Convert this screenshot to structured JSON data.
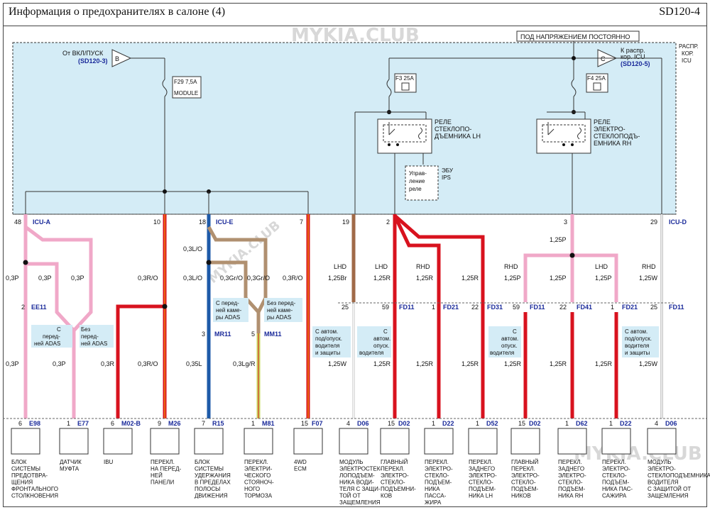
{
  "header": {
    "title": "Информация о предохранителях в салоне (4)",
    "code": "SD120-4"
  },
  "watermark": {
    "text": "MYKIA.CLUB"
  },
  "top_labels": {
    "always_on": "ПОД НАПРЯЖЕНИЕМ ПОСТОЯННО",
    "box_line1": "РАСПР.",
    "box_line2": "КОР.",
    "box_line3": "ICU",
    "from_ign_line1": "От ВКЛ/ПУСК",
    "from_ign_ref": "(SD120-3)",
    "conn_b": "B",
    "to_icu_line1": "К распр.",
    "to_icu_line2": "кор. ICU",
    "to_icu_ref": "(SD120-5)",
    "conn_c": "C",
    "fuse_f29": "F29 7,5A",
    "fuse_f29_sub": "MODULE",
    "fuse_f3": "F3 25A",
    "fuse_f4": "F4 25A",
    "relay_lh_1": "РЕЛЕ",
    "relay_lh_2": "СТЕКЛОПО-",
    "relay_lh_3": "ДЪЕМНИКА LH",
    "relay_rh_1": "РЕЛЕ",
    "relay_rh_2": "ЭЛЕКТРО-",
    "relay_rh_3": "СТЕКЛОПОДЪ-",
    "relay_rh_4": "ЕМНИКА RH",
    "ips_ctrl_1": "Управ-",
    "ips_ctrl_2": "ление",
    "ips_ctrl_3": "реле",
    "ips_1": "ЭБУ",
    "ips_2": "IPS"
  },
  "connectors": {
    "icu_a": "ICU-A",
    "icu_e": "ICU-E",
    "icu_d": "ICU-D"
  },
  "pins_top": [
    "48",
    "10",
    "18",
    "7",
    "19",
    "2",
    "3",
    "29"
  ],
  "wires": {
    "w48_top": "0,3P",
    "w48_left": "0,3P",
    "w48_mid": "0,3P",
    "w48_right": "0,3P",
    "w10": "0,3R/O",
    "w10_ibu": "0,3R",
    "w10_m26": "0,3R/O",
    "w18_1": "0,3L/O",
    "w18_2": "0,3L/O",
    "w18_3": "0,3Gr/O",
    "w18_4": "0,3Gr/O",
    "w7": "0,3R/O",
    "w19": "1,25Br",
    "w19_lhd": "LHD",
    "w2_lhd": "LHD",
    "w2_rhd": "RHD",
    "w2_a": "1,25R",
    "w2_b": "1,25R",
    "w2_c": "1,25R",
    "w3": "1,25P",
    "w3_rhd": "RHD",
    "w3_lhd": "LHD",
    "w3_a": "1,25P",
    "w3_b": "1,25P",
    "w3_c": "1,25P",
    "w29_rhd": "RHD",
    "w29": "1,25W",
    "b_ee11_pin": "2",
    "b_ee11": "EE11",
    "b_p3": "0,3P",
    "b_mr11_pin": "3",
    "b_mr11": "MR11",
    "b_mr11_wire": "0,35L",
    "b_mm11_pin": "5",
    "b_mm11": "MM11",
    "b_mm11_wire": "0,3Lg/R",
    "b_ibu_wire": "0,3R",
    "b_m26_wire": "0,3R/O",
    "fd_25a": "25",
    "fd_fd11a": "FD11",
    "fd_25a_wire": "1,25W",
    "fd_59a": "59",
    "fd_fd11b": "FD11",
    "fd_59a_wire": "1,25R",
    "fd_1a": "1",
    "fd_fd21a": "FD21",
    "fd_1a_wire": "1,25R",
    "fd_22a": "22",
    "fd_fd31": "FD31",
    "fd_22a_wire": "1,25R",
    "fd_59b": "59",
    "fd_fd11c": "FD11",
    "fd_59b_wire": "1,25R",
    "fd_22b": "22",
    "fd_fd41": "FD41",
    "fd_22b_wire": "1,25R",
    "fd_1b": "1",
    "fd_fd21b": "FD21",
    "fd_1b_wire": "1,25R",
    "fd_25b": "25",
    "fd_fd11d": "FD11",
    "fd_25b_wire": "1,25W"
  },
  "notes": {
    "with_adas": [
      "С",
      "перед-",
      "ней ADAS"
    ],
    "without_adas": [
      "Без",
      "перед-",
      "ней ADAS"
    ],
    "with_cam": [
      "С перед-",
      "ней каме-",
      "ры ADAS"
    ],
    "without_cam": [
      "Без перед-",
      "ней каме-",
      "ры ADAS"
    ],
    "auto_full_1": [
      "С автом.",
      "под/опуск.",
      "водителя",
      "и защиты"
    ],
    "auto_drv": [
      "С",
      "автом.",
      "опуск.",
      "водителя"
    ],
    "auto_drv_2": [
      "С",
      "автом.",
      "опуск.",
      "водителя"
    ],
    "auto_full_2": [
      "С автом.",
      "под/опуск.",
      "водителя",
      "и защиты"
    ]
  },
  "bottom": [
    {
      "pin": "6",
      "conn": "E98",
      "label": [
        "БЛОК",
        "СИСТЕМЫ",
        "ПРЕДОТВРА-",
        "ЩЕНИЯ",
        "ФРОНТАЛЬНОГО",
        "СТОЛКНОВЕНИЯ"
      ]
    },
    {
      "pin": "1",
      "conn": "E77",
      "label": [
        "ДАТЧИК",
        "МУФТА"
      ]
    },
    {
      "pin": "6",
      "conn": "M02-B",
      "label": [
        "IBU"
      ]
    },
    {
      "pin": "9",
      "conn": "M26",
      "label": [
        "ПЕРЕКЛ.",
        "НА ПЕРЕД-",
        "НЕЙ",
        "ПАНЕЛИ"
      ]
    },
    {
      "pin": "7",
      "conn": "R15",
      "label": [
        "БЛОК",
        "СИСТЕМЫ",
        "УДЕРЖАНИЯ",
        "В ПРЕДЕЛАХ",
        "ПОЛОСЫ",
        "ДВИЖЕНИЯ"
      ]
    },
    {
      "pin": "1",
      "conn": "M81",
      "label": [
        "ПЕРЕКЛ.",
        "ЭЛЕКТРИ-",
        "ЧЕСКОГО",
        "СТОЯНОЧ-",
        "НОГО",
        "ТОРМОЗА"
      ]
    },
    {
      "pin": "15",
      "conn": "F07",
      "label": [
        "4WD",
        "ECM"
      ]
    },
    {
      "pin": "4",
      "conn": "D06",
      "label": [
        "МОДУЛЬ",
        "ЭЛЕКТРОСТЕК-",
        "ЛОПОДЪЕМ-",
        "НИКА ВОДИ-",
        "ТЕЛЯ С ЗАЩИ-",
        "ТОЙ ОТ",
        "ЗАЩЕМЛЕНИЯ"
      ]
    },
    {
      "pin": "15",
      "conn": "D02",
      "label": [
        "ГЛАВНЫЙ",
        "ПЕРЕКЛ.",
        "ЭЛЕКТРО-",
        "СТЕКЛО-",
        "ПОДЪЕМНИ-",
        "КОВ"
      ]
    },
    {
      "pin": "1",
      "conn": "D22",
      "label": [
        "ПЕРЕКЛ.",
        "ЭЛЕКТРО-",
        "СТЕКЛО-",
        "ПОДЪЕМ-",
        "НИКА",
        "ПАССА-",
        "ЖИРА"
      ]
    },
    {
      "pin": "1",
      "conn": "D52",
      "label": [
        "ПЕРЕКЛ.",
        "ЗАДНЕГО",
        "ЭЛЕКТРО-",
        "СТЕКЛО-",
        "ПОДЪЕМ-",
        "НИКА LH"
      ]
    },
    {
      "pin": "15",
      "conn": "D02",
      "label": [
        "ГЛАВНЫЙ",
        "ПЕРЕКЛ.",
        "ЭЛЕКТРО-",
        "СТЕКЛО-",
        "ПОДЪЕМ-",
        "НИКОВ"
      ]
    },
    {
      "pin": "1",
      "conn": "D62",
      "label": [
        "ПЕРЕКЛ.",
        "ЗАДНЕГО",
        "ЭЛЕКТРО-",
        "СТЕКЛО-",
        "ПОДЪЕМ-",
        "НИКА RH"
      ]
    },
    {
      "pin": "1",
      "conn": "D22",
      "label": [
        "ПЕРЕКЛ.",
        "ЭЛЕКТРО-",
        "СТЕКЛО-",
        "ПОДЪЕМ-",
        "НИКА ПАС-",
        "САЖИРА"
      ]
    },
    {
      "pin": "4",
      "conn": "D06",
      "label": [
        "МОДУЛЬ",
        "ЭЛЕКТРО-",
        "СТЕКЛОПОДЪЕМНИКА",
        "ВОДИТЕЛЯ",
        "С ЗАЩИТОЙ ОТ",
        "ЗАЩЕМЛЕНИЯ"
      ]
    }
  ],
  "colors": {
    "pink": "#f0a8c8",
    "red": "#d8121e",
    "red_orange_stripe": "#f08010",
    "blue": "#1e5aa8",
    "tan": "#b09070",
    "white": "#ffffff",
    "box_fill": "#d4ecf6",
    "brown": "#a06a48",
    "lime": "#c8d860",
    "link": "#1a2a9a"
  }
}
